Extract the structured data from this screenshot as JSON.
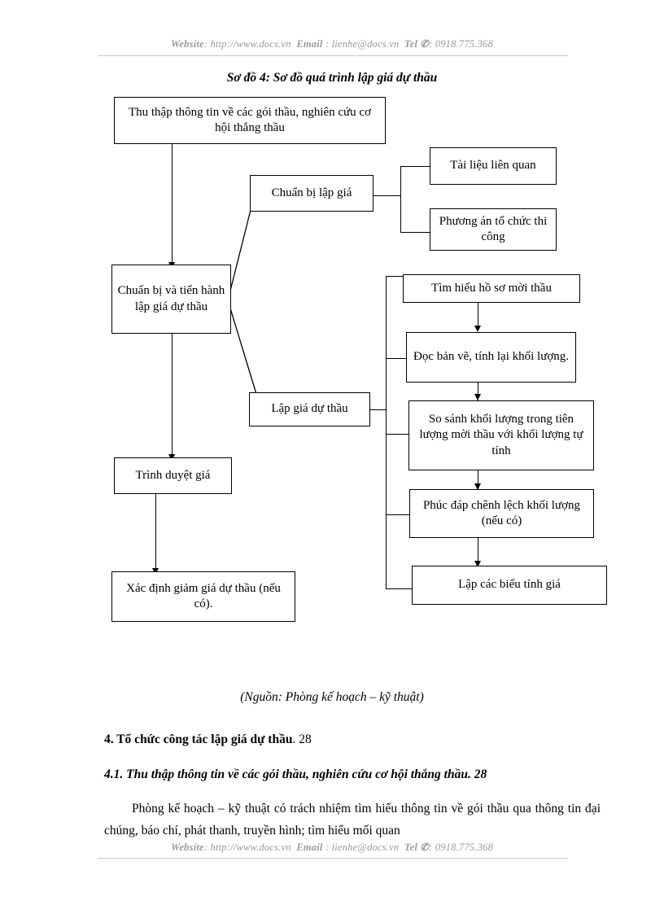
{
  "watermark": {
    "website_label": "Website",
    "website_value": ": http://www.docs.vn",
    "email_label": "Email",
    "email_value": ": lienhe@docs.vn",
    "tel_label": "Tel",
    "tel_icon": "telephone-icon",
    "tel_value": ": 0918.775.368"
  },
  "diagram": {
    "title": "Sơ đồ 4: Sơ đồ quá trình lập giá dự thầu",
    "source_note": "(Nguồn: Phòng kế hoạch – kỹ thuật)",
    "nodes": {
      "collect_info": "Thu thập thông tin về các gói thầu, nghiên cứu cơ hội thắng thầu",
      "prepare_pricing": "Chuẩn bị lập giá",
      "related_docs": "Tài liệu liên quan",
      "construction_plan": "Phương án tổ chức thi công",
      "prepare_and_conduct": "Chuẩn bị và tiến hành lập giá dự thầu",
      "bid_pricing": "Lập giá dự thầu",
      "study_dossier": "Tìm hiểu hồ sơ mời thầu",
      "read_drawings": "Đọc bản vẽ, tính lại khối lượng.",
      "compare_volume": "So sánh khối lượng trong tiên lượng mời thầu với khối lượng tự tính",
      "reply_difference": "Phúc đáp chênh lệch khối lượng (nếu có)",
      "make_tables": "Lập các biểu tính giá",
      "submit_approval": "Trình duyệt giá",
      "determine_discount": "Xác định giảm giá dự thầu (nếu có)."
    }
  },
  "text": {
    "toc_1_heading": "4. Tổ chức công tác lập giá dự thầu",
    "toc_1_page": ". 28",
    "toc_2_heading": "4.1. Thu thập thông tin về các gói thầu, nghiên cứu cơ hội thắng thầu",
    "toc_2_page": ". 28",
    "paragraph_1": "Phòng kế hoạch – kỹ thuật có trách nhiệm tìm hiểu thông tin về gói thầu qua thông tin đại chúng, báo chí, phát thanh, truyền hình;  tìm hiểu mối quan"
  }
}
